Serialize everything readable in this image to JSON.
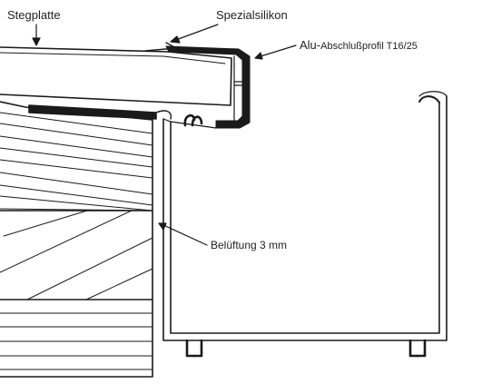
{
  "labels": {
    "stegplatte": "Stegplatte",
    "spezialsilikon": "Spezialsilikon",
    "alu_prefix": "Alu-",
    "alu_profile": "Abschlußprofil T16/25",
    "belueftung": "Belüftung 3 mm"
  },
  "colors": {
    "line": "#1a1a1a",
    "background": "#ffffff"
  }
}
